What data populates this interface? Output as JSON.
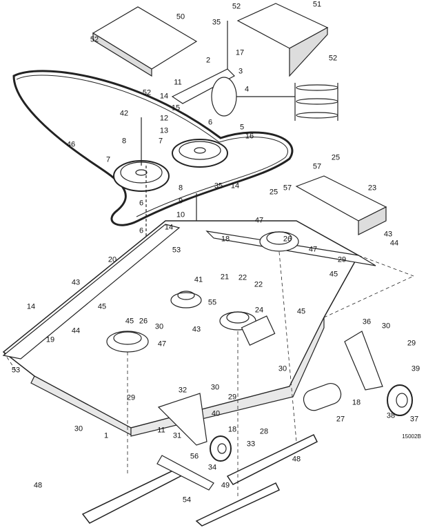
{
  "figure_code": "15002B",
  "callouts": [
    "52",
    "50",
    "52",
    "35",
    "17",
    "2",
    "3",
    "11",
    "4",
    "14",
    "15",
    "6",
    "12",
    "5",
    "16",
    "13",
    "42",
    "8",
    "7",
    "46",
    "7",
    "52",
    "51",
    "52",
    "25",
    "57",
    "23",
    "25",
    "57",
    "8",
    "35",
    "14",
    "9",
    "6",
    "10",
    "14",
    "6",
    "47",
    "18",
    "26",
    "43",
    "44",
    "20",
    "53",
    "47",
    "29",
    "43",
    "41",
    "21",
    "22",
    "22",
    "45",
    "14",
    "45",
    "45",
    "55",
    "24",
    "45",
    "26",
    "30",
    "44",
    "19",
    "47",
    "43",
    "36",
    "30",
    "29",
    "53",
    "30",
    "39",
    "29",
    "32",
    "30",
    "29",
    "40",
    "18",
    "27",
    "37",
    "38",
    "30",
    "1",
    "11",
    "31",
    "18",
    "28",
    "33",
    "56",
    "48",
    "34",
    "48",
    "54",
    "49"
  ],
  "colors": {
    "line": "#222222",
    "fill": "#ffffff",
    "shade": "#d8d8d8"
  }
}
